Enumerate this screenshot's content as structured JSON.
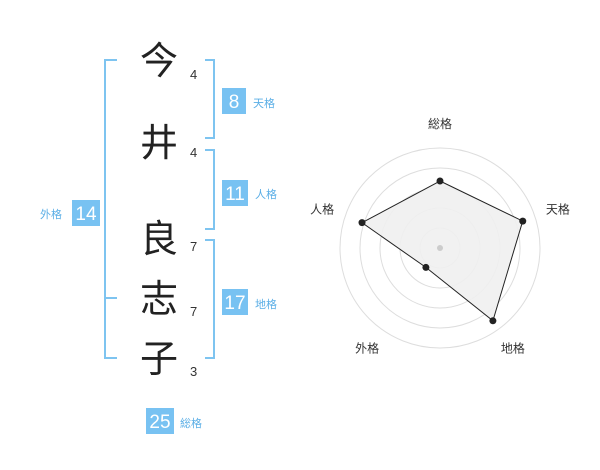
{
  "name_chars": [
    {
      "char": "今",
      "strokes": "4"
    },
    {
      "char": "井",
      "strokes": "4"
    },
    {
      "char": "良",
      "strokes": "7"
    },
    {
      "char": "志",
      "strokes": "7"
    },
    {
      "char": "子",
      "strokes": "3"
    }
  ],
  "kaku": {
    "tenkaku": {
      "value": "8",
      "label": "天格"
    },
    "jinkaku": {
      "value": "11",
      "label": "人格"
    },
    "chikaku": {
      "value": "17",
      "label": "地格"
    },
    "gaikaku": {
      "value": "14",
      "label": "外格"
    },
    "soukaku": {
      "value": "25",
      "label": "総格"
    }
  },
  "colors": {
    "box": "#78c2f2",
    "bracket": "#7ec4f0",
    "label": "#5aaee6",
    "radar_fill": "#efefef",
    "radar_ring": "#dddddd"
  },
  "chart_data": {
    "type": "radar",
    "axes": [
      "総格",
      "天格",
      "地格",
      "外格",
      "人格"
    ],
    "values": [
      0.67,
      0.87,
      0.9,
      0.24,
      0.82
    ],
    "max": 1,
    "rings": 5
  }
}
